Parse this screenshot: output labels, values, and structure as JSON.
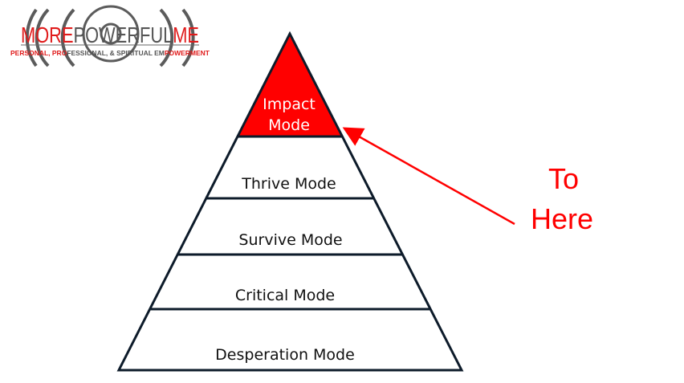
{
  "logo": {
    "part1": "MORE",
    "part2": "POWERFUL",
    "part3": "ME",
    "tagline_red1": "PERSONAL, PRO",
    "tagline_gray": "FESSIONAL, & SPIRITUAL EM",
    "tagline_red2": "POWERMENT"
  },
  "pyramid": {
    "levels": [
      {
        "line1": "Impact",
        "line2": "Mode"
      },
      {
        "label": "Thrive Mode"
      },
      {
        "label": "Survive Mode"
      },
      {
        "label": "Critical Mode"
      },
      {
        "label": "Desperation Mode"
      }
    ],
    "highlight_color": "#ff0000",
    "outline_color": "#0d1b2a"
  },
  "callout": {
    "line1": "To",
    "line2": "Here",
    "color": "#ff0000"
  }
}
